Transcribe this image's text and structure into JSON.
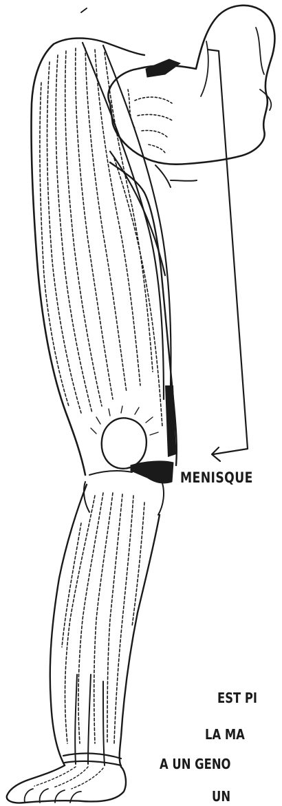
{
  "figure": {
    "label_menisque": "MENISQUE",
    "caption_lines": [
      "EST PI",
      "LA MA",
      "A UN GENO",
      "UN"
    ],
    "ink_color": "#1a1a1a",
    "paper_color": "#ffffff"
  }
}
